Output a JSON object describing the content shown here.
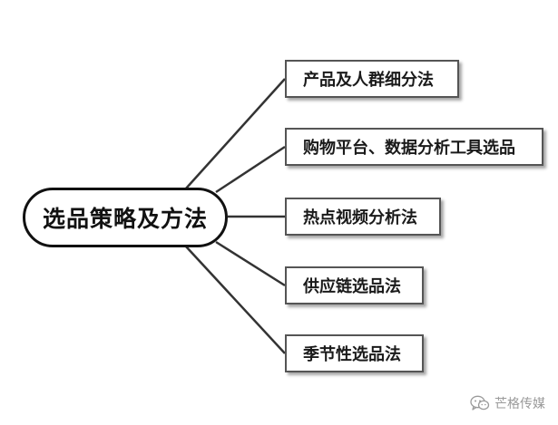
{
  "mindmap": {
    "root": {
      "label": "选品策略及方法"
    },
    "branches": [
      {
        "label": "产品及人群细分法"
      },
      {
        "label": "购物平台、数据分析工具选品"
      },
      {
        "label": "热点视频分析法"
      },
      {
        "label": "供应链选品法"
      },
      {
        "label": "季节性选品法"
      }
    ]
  },
  "watermark": {
    "icon": "wechat-icon",
    "text": "芒格传媒"
  },
  "colors": {
    "line": "#333333",
    "node_border": "#555555",
    "root_border": "#111111",
    "watermark": "#9a9a9a"
  }
}
